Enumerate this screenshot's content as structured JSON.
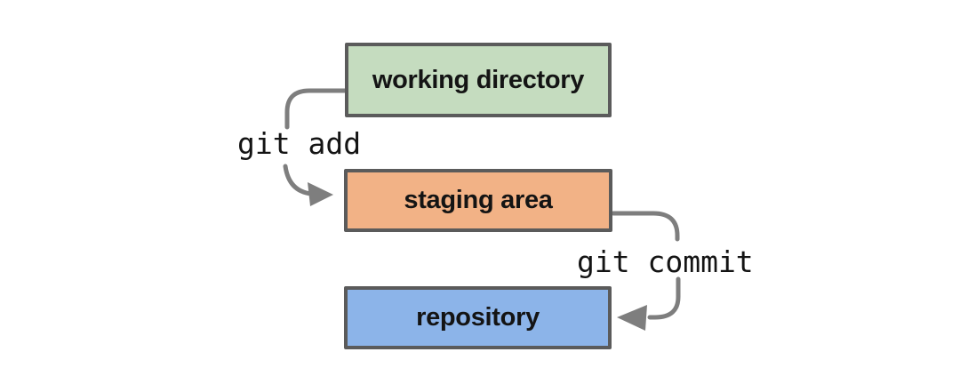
{
  "diagram": {
    "background": "#ffffff",
    "border_color": "#5b5b5b",
    "arrow_color": "#7e7e7e",
    "label_color": "#141414",
    "nodes": [
      {
        "id": "working-directory",
        "label": "working directory",
        "fill": "#c5dcbf"
      },
      {
        "id": "staging-area",
        "label": "staging area",
        "fill": "#f2b286"
      },
      {
        "id": "repository",
        "label": "repository",
        "fill": "#8cb4e9"
      }
    ],
    "edges": [
      {
        "id": "git-add",
        "label": "git add",
        "from": "working-directory",
        "to": "staging-area"
      },
      {
        "id": "git-commit",
        "label": "git commit",
        "from": "staging-area",
        "to": "repository"
      }
    ]
  }
}
